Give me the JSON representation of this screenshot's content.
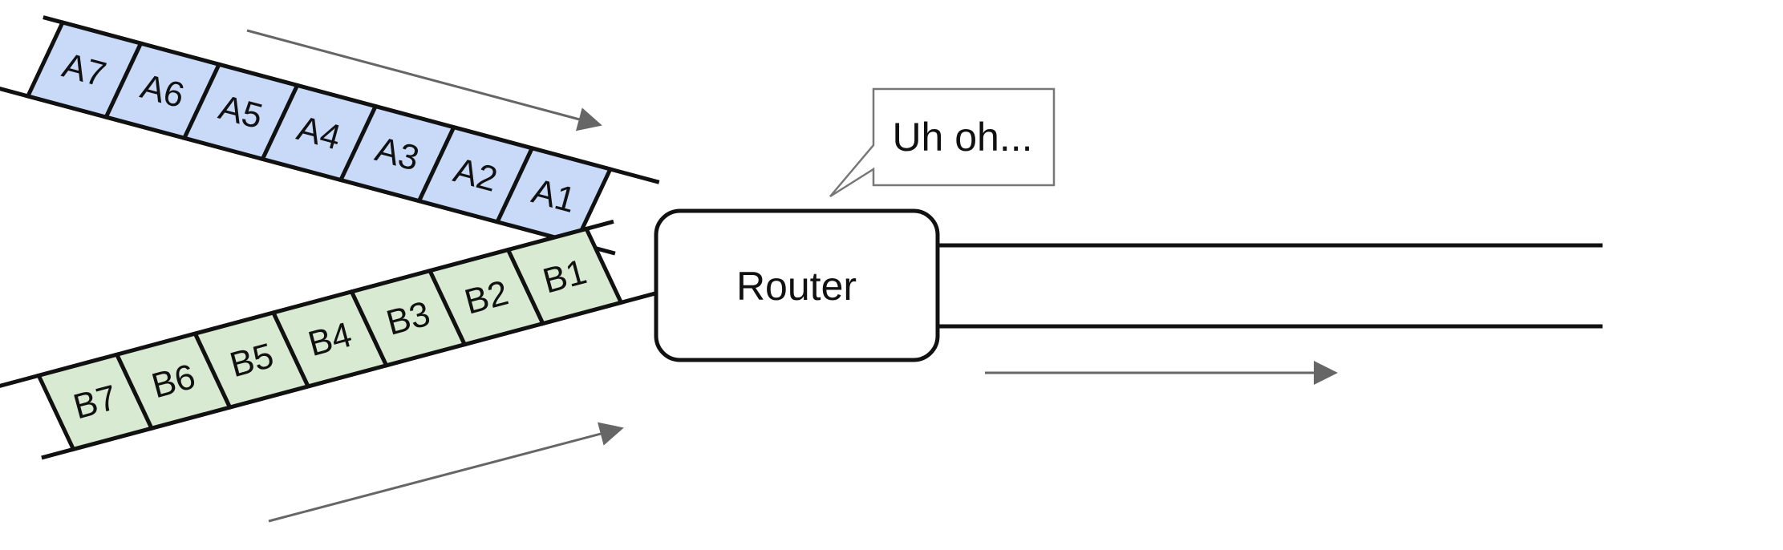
{
  "router": {
    "label": "Router"
  },
  "speech_bubble": {
    "text": "Uh oh..."
  },
  "queue_a": {
    "color": "#c9daf8",
    "packets": [
      "A7",
      "A6",
      "A5",
      "A4",
      "A3",
      "A2",
      "A1"
    ]
  },
  "queue_b": {
    "color": "#d9ead3",
    "packets": [
      "B7",
      "B6",
      "B5",
      "B4",
      "B3",
      "B2",
      "B1"
    ]
  },
  "colors": {
    "stroke": "#111111",
    "arrow": "#666666",
    "bubble_border": "#777777"
  }
}
